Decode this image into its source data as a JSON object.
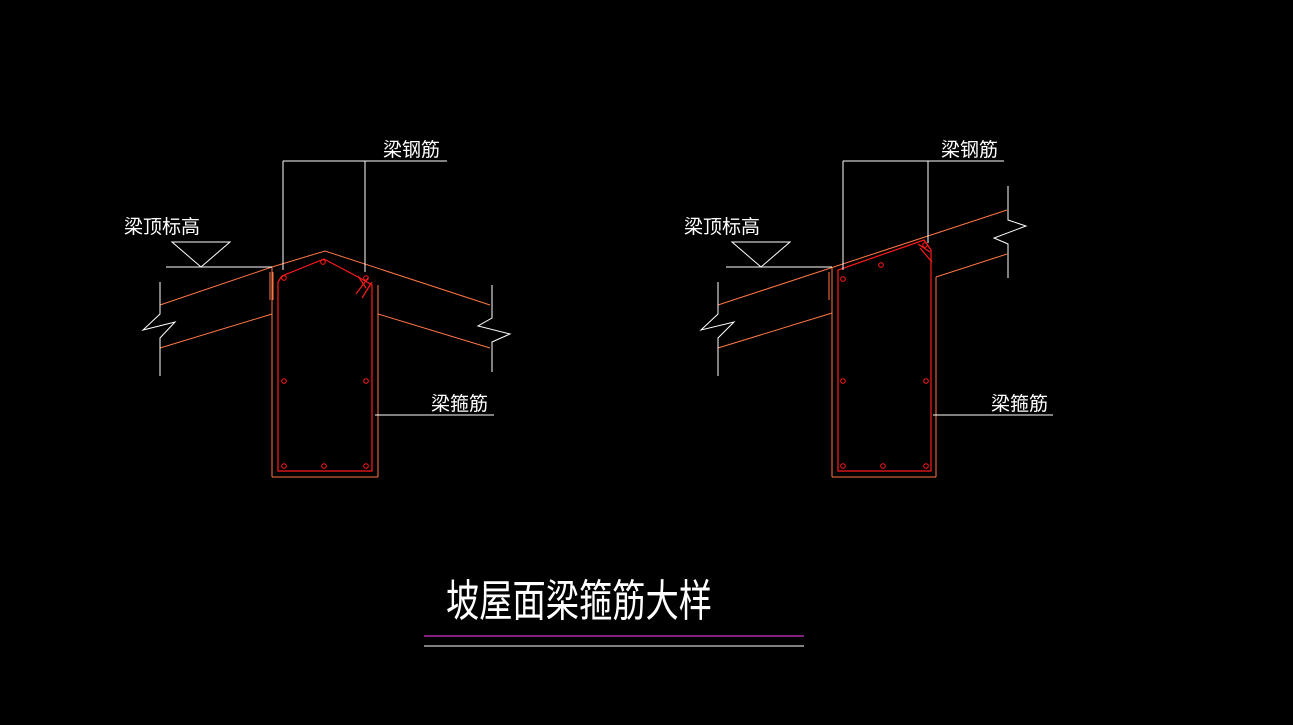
{
  "title": "坡屋面梁箍筋大样",
  "colors": {
    "background": "#000000",
    "slab_outline": "#ff7744",
    "beam_outline": "#ff7744",
    "stirrup": "#ff1a1a",
    "leader_lines": "#ffffff",
    "title_underline_top": "#cc33cc",
    "title_underline_bottom": "#ffffff"
  },
  "details": [
    {
      "name": "ridge-beam-detail",
      "labels": {
        "beam_rebar": "梁钢筋",
        "beam_top_elevation": "梁顶标高",
        "beam_stirrup": "梁箍筋"
      }
    },
    {
      "name": "eave-beam-detail",
      "labels": {
        "beam_rebar": "梁钢筋",
        "beam_top_elevation": "梁顶标高",
        "beam_stirrup": "梁箍筋"
      }
    }
  ]
}
